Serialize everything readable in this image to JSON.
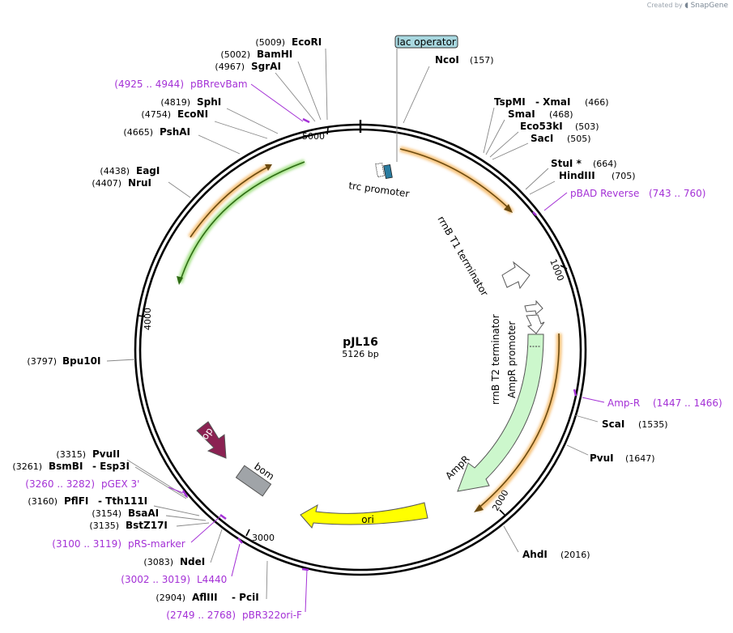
{
  "credit": {
    "prefix": "Created by",
    "brand": "SnapGene"
  },
  "plasmid": {
    "name": "pJL16",
    "length": "5126 bp"
  },
  "ticks": [
    "1000",
    "2000",
    "3000",
    "4000",
    "5000"
  ],
  "restriction_sites": [
    {
      "name": "EcoRI",
      "pos": "(5009)"
    },
    {
      "name": "BamHI",
      "pos": "(5002)"
    },
    {
      "name": "SgrAI",
      "pos": "(4967)"
    },
    {
      "name": "SphI",
      "pos": "(4819)"
    },
    {
      "name": "EcoNI",
      "pos": "(4754)"
    },
    {
      "name": "PshAI",
      "pos": "(4665)"
    },
    {
      "name": "EagI",
      "pos": "(4438)"
    },
    {
      "name": "NruI",
      "pos": "(4407)"
    },
    {
      "name": "Bpu10I",
      "pos": "(3797)"
    },
    {
      "name": "PvuII",
      "pos": "(3315)"
    },
    {
      "name": "BsmBI",
      "name2": "Esp3I",
      "pos": "(3261)"
    },
    {
      "name": "PflFI",
      "name2": "Tth111I",
      "pos": "(3160)"
    },
    {
      "name": "BsaAI",
      "pos": "(3154)"
    },
    {
      "name": "BstZ17I",
      "pos": "(3135)"
    },
    {
      "name": "NdeI",
      "pos": "(3083)"
    },
    {
      "name": "AflIII",
      "name2": "PciI",
      "pos": "(2904)"
    },
    {
      "name": "NcoI",
      "pos": "(157)"
    },
    {
      "name": "TspMI",
      "name2": "XmaI",
      "pos": "(466)"
    },
    {
      "name": "SmaI",
      "pos": "(468)"
    },
    {
      "name": "Eco53kI",
      "pos": "(503)"
    },
    {
      "name": "SacI",
      "pos": "(505)"
    },
    {
      "name": "StuI *",
      "pos": "(664)"
    },
    {
      "name": "HindIII",
      "pos": "(705)"
    },
    {
      "name": "ScaI",
      "pos": "(1535)"
    },
    {
      "name": "PvuI",
      "pos": "(1647)"
    },
    {
      "name": "AhdI",
      "pos": "(2016)"
    }
  ],
  "primers": [
    {
      "name": "pBRrevBam",
      "range": "(4925 .. 4944)"
    },
    {
      "name": "pGEX 3'",
      "range": "(3260 .. 3282)"
    },
    {
      "name": "pRS-marker",
      "range": "(3100 .. 3119)"
    },
    {
      "name": "L4440",
      "range": "(3002 .. 3019)"
    },
    {
      "name": "pBR322ori-F",
      "range": "(2749 .. 2768)"
    },
    {
      "name": "pBAD Reverse",
      "range": "(743 .. 760)"
    },
    {
      "name": "Amp-R",
      "range": "(1447 .. 1466)"
    }
  ],
  "features": {
    "lac_operator": "lac operator",
    "trc_promoter": "trc promoter",
    "rrnB_T1": "rrnB T1 terminator",
    "rrnB_T2": "rrnB T2 terminator",
    "AmpR_promoter": "AmpR promoter",
    "AmpR": "AmpR",
    "ori": "ori",
    "rop": "rop",
    "bom": "bom"
  },
  "colors": {
    "primer": "#a431d6",
    "orange_arrow": "#f0a030",
    "green_arrow": "#2e8b22",
    "ampr_fill": "#ccf7cc",
    "ori_fill": "#ffff00",
    "rop_fill": "#8b2252",
    "bom_fill": "#a0a4a8",
    "lac_fill": "#a8d8e0",
    "trc_fill": "#2a7ca0"
  }
}
